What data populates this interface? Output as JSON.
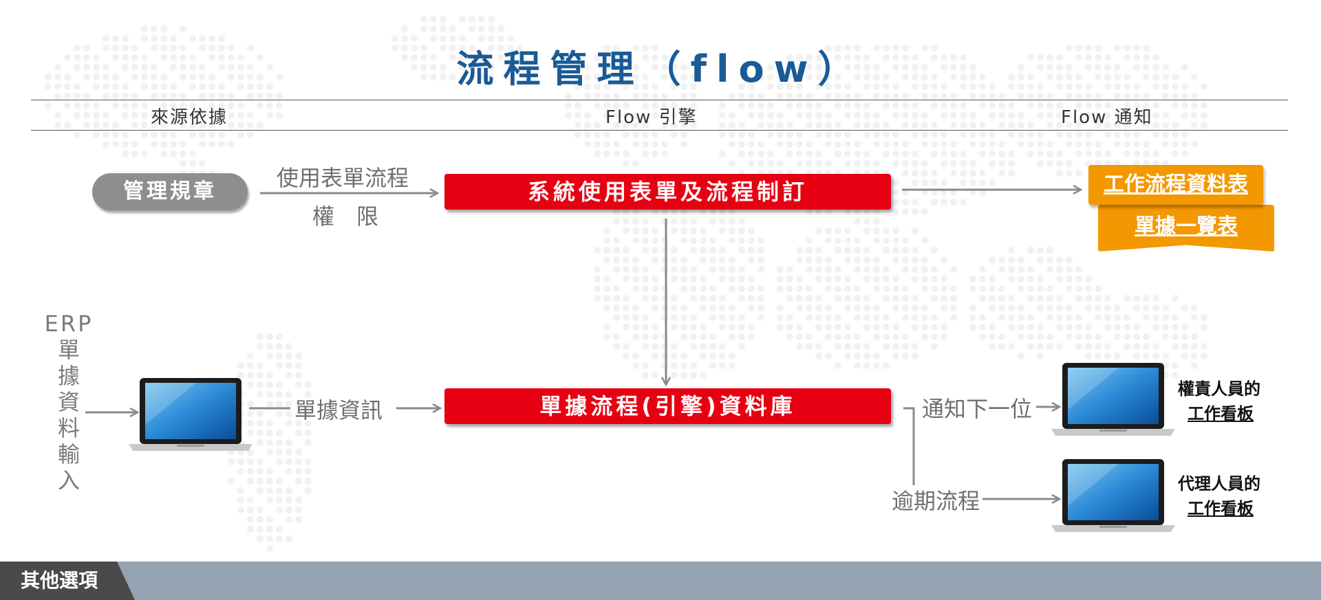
{
  "title": "流程管理（flow）",
  "columns": {
    "source": "來源依據",
    "engine": "Flow 引擎",
    "notify": "Flow 通知"
  },
  "nodes": {
    "regulation": "管理規章",
    "form_design": "系統使用表單及流程制訂",
    "engine_db": "單據流程(引擎)資料庫",
    "workflow_table": "工作流程資料表",
    "doc_list": "單據一覽表"
  },
  "labels": {
    "form_flow_line1": "使用表單流程",
    "form_flow_line2": "權　限",
    "erp_prefix": "ERP",
    "erp_vertical": [
      "單",
      "據",
      "資",
      "料",
      "輸",
      "入"
    ],
    "doc_info": "單據資訊",
    "notify_next": "通知下一位",
    "overdue": "逾期流程"
  },
  "dashboards": {
    "responsible_line1": "權責人員的",
    "responsible_line2": "工作看板",
    "agent_line1": "代理人員的",
    "agent_line2": "工作看板"
  },
  "footer": {
    "tab": "其他選項"
  },
  "colors": {
    "title": "#1a5a96",
    "red": "#e60012",
    "orange": "#f39800",
    "pill": "#8e8e8e",
    "arrow": "#8a8a8a",
    "footer_bar": "#95a2b1",
    "footer_tab": "#4a4a4a"
  },
  "icons": [
    "laptop-icon",
    "arrow-icon"
  ]
}
